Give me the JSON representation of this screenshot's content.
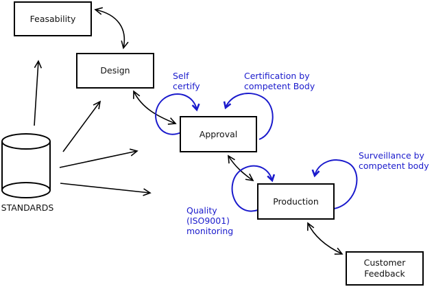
{
  "diagram": {
    "type": "process-flow-diagram",
    "colors": {
      "annotation_blue": "#1a1acc",
      "line_black": "#000000",
      "background": "#ffffff"
    },
    "nodes": [
      {
        "id": "feasability",
        "label": "Feasability"
      },
      {
        "id": "design",
        "label": "Design"
      },
      {
        "id": "approval",
        "label": "Approval"
      },
      {
        "id": "production",
        "label": "Production"
      },
      {
        "id": "customer-feedback",
        "label": "Customer Feedback",
        "lines": [
          "Customer",
          "Feedback"
        ]
      }
    ],
    "datastore": {
      "id": "standards",
      "label": "STANDARDS",
      "shape": "cylinder"
    },
    "annotations": [
      {
        "id": "self-certify",
        "lines": [
          "Self",
          "certify"
        ],
        "attached_to": "approval"
      },
      {
        "id": "certification",
        "lines": [
          "Certification by",
          "competent Body"
        ],
        "attached_to": "approval"
      },
      {
        "id": "surveillance",
        "lines": [
          "Surveillance by",
          "competent body"
        ],
        "attached_to": "production"
      },
      {
        "id": "quality",
        "lines": [
          "Quality",
          "(ISO9001)",
          "monitoring"
        ],
        "attached_to": "production"
      }
    ],
    "edges": [
      {
        "from": "standards",
        "to": "feasability",
        "style": "single-arrow"
      },
      {
        "from": "standards",
        "to": "design",
        "style": "single-arrow"
      },
      {
        "from": "standards",
        "to": "approval",
        "style": "single-arrow"
      },
      {
        "from": "standards",
        "to": "production",
        "style": "single-arrow"
      },
      {
        "from": "feasability",
        "to": "design",
        "style": "double-arrow"
      },
      {
        "from": "design",
        "to": "approval",
        "style": "double-arrow"
      },
      {
        "from": "approval",
        "to": "production",
        "style": "double-arrow"
      },
      {
        "from": "production",
        "to": "customer-feedback",
        "style": "double-arrow"
      },
      {
        "node": "approval",
        "style": "self-loop",
        "label": "Self certify"
      },
      {
        "node": "approval",
        "style": "self-loop",
        "label": "Certification by competent Body"
      },
      {
        "node": "production",
        "style": "self-loop",
        "label": "Quality (ISO9001) monitoring"
      },
      {
        "node": "production",
        "style": "self-loop",
        "label": "Surveillance by competent body"
      }
    ]
  }
}
